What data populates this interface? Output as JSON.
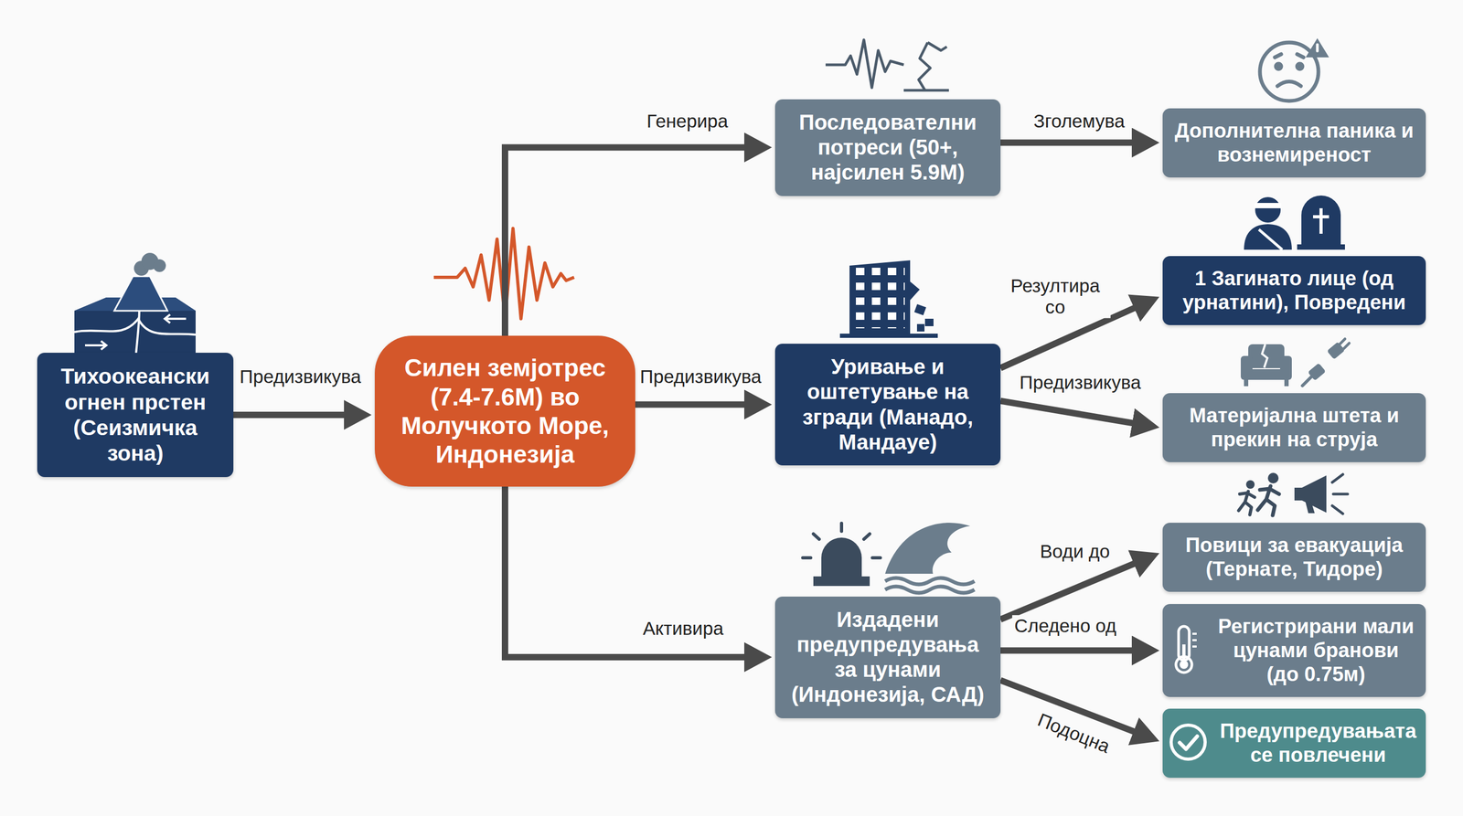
{
  "diagram": {
    "nodes": [
      {
        "text": [
          "Тихоокеански огнен прстен (Сеизмичка зона)"
        ]
      },
      {
        "text": [
          "Силен земјотрес (7.4-7.6M) во Молучкото Море, Индонезија"
        ]
      },
      {
        "text": [
          "Последователни потреси (50+, најсилен 5.9M)"
        ]
      },
      {
        "text": [
          "Уривање и оштетување на згради (Манадо, Мандауе)"
        ]
      },
      {
        "text": [
          "Издадени предупредувања за цунами (Индонезија, САД)"
        ]
      },
      {
        "text": [
          "Дополнителна паника и вознемиреност"
        ]
      },
      {
        "text": [
          "1 Загинато лице (од урнатини), Повредени"
        ]
      },
      {
        "text": [
          "Материјална штета и прекин на струја"
        ]
      },
      {
        "text": [
          "Повици за евакуација (Тернате, Тидоре)"
        ]
      },
      {
        "text": [
          "Регистрирани мали цунами бранови (до 0.75м)"
        ]
      },
      {
        "text": [
          "Предупредувањата се повлечени"
        ]
      }
    ],
    "edges": [
      {
        "from": 0,
        "to": 1,
        "label": "Предизвикува",
        "arrow": "to"
      },
      {
        "from": 1,
        "to": 2,
        "label": "Генерира",
        "arrow": "to"
      },
      {
        "from": 1,
        "to": 3,
        "label": "Предизвикува",
        "arrow": "to"
      },
      {
        "from": 1,
        "to": 4,
        "label": "Активира",
        "arrow": "to"
      },
      {
        "from": 2,
        "to": 5,
        "label": "Зголемува",
        "arrow": "to"
      },
      {
        "from": 3,
        "to": 6,
        "label": "Резултира со",
        "arrow": "to"
      },
      {
        "from": 3,
        "to": 7,
        "label": "Предизвикува",
        "arrow": "to"
      },
      {
        "from": 4,
        "to": 8,
        "label": "Води до",
        "arrow": "to"
      },
      {
        "from": 4,
        "to": 9,
        "label": "Следено од",
        "arrow": "to"
      },
      {
        "from": 4,
        "to": 10,
        "label": "Подоцна",
        "arrow": "to"
      }
    ]
  }
}
